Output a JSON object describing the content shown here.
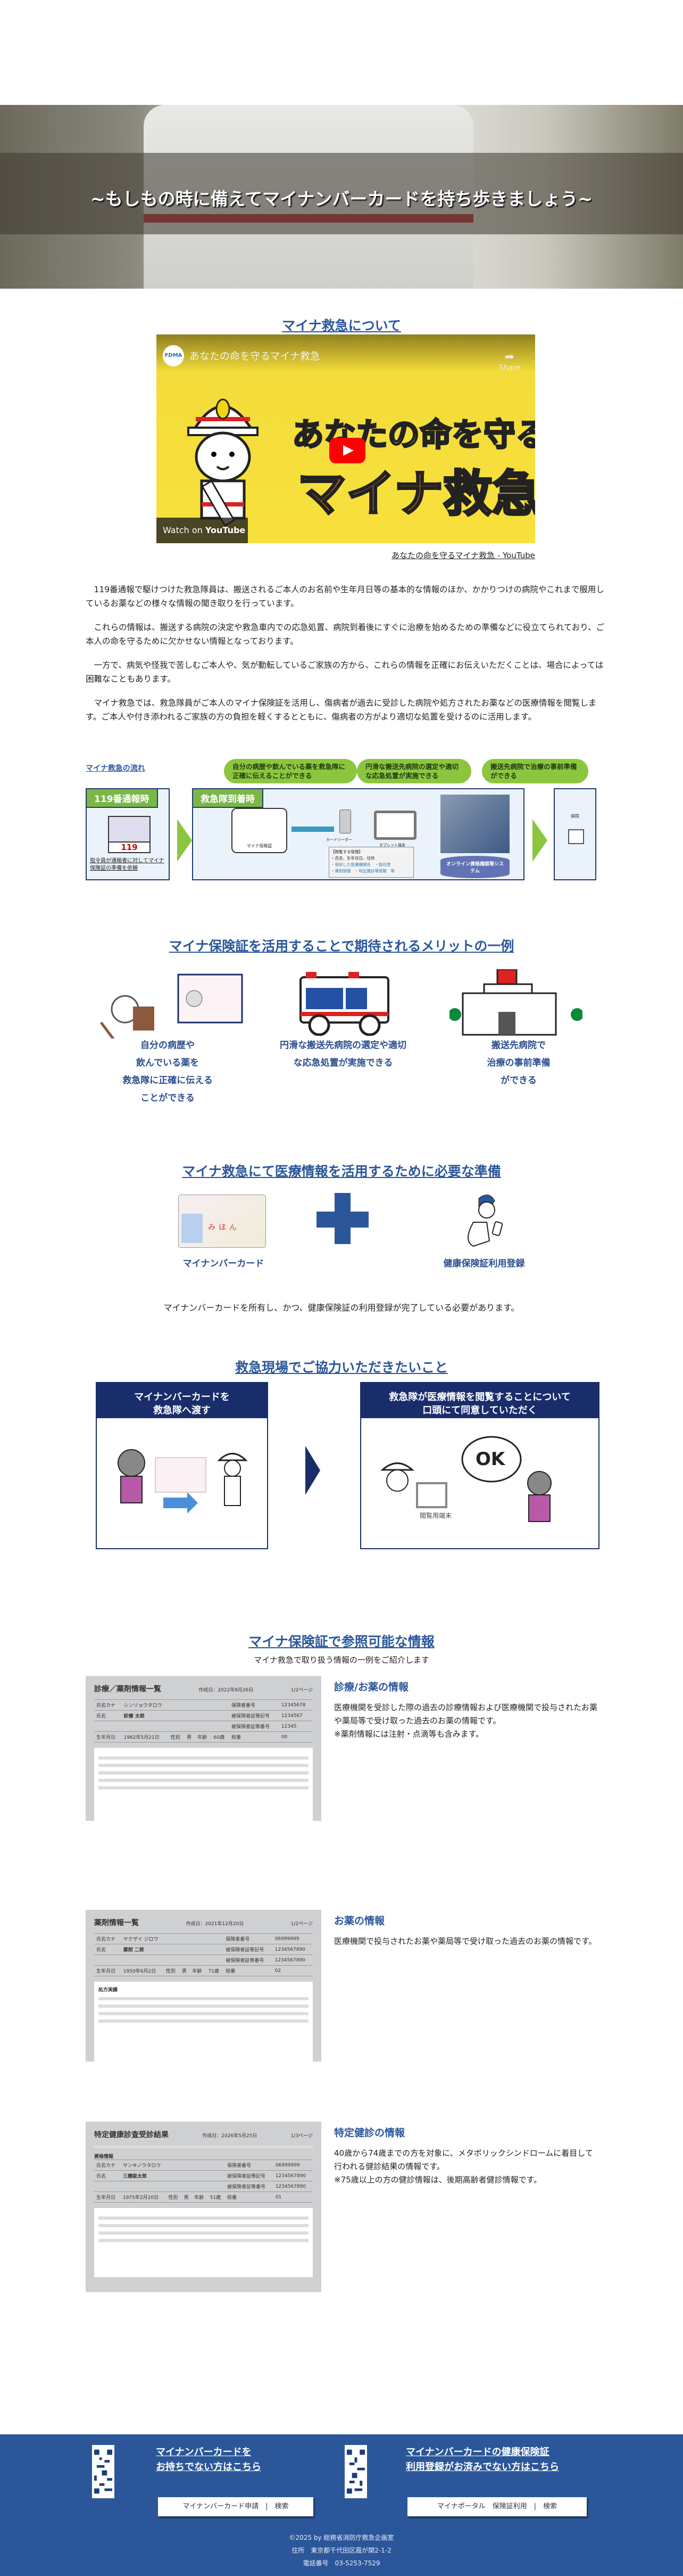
{
  "hero": {
    "title": "~もしもの時に備えてマイナンバーカードを持ち歩きましょう~"
  },
  "about": {
    "heading": "マイナ救急について",
    "video": {
      "title": "あなたの命を守るマイナ救急",
      "channel_logo": "FDMA",
      "share": "Share",
      "line1": "あなたの命を守る",
      "line2": "マイナ救急",
      "sash": "マイナ救急",
      "watch_on": "Watch on",
      "youtube": "YouTube"
    },
    "caption": "あなたの命を守るマイナ救急 - YouTube",
    "paragraphs": [
      "119番通報で駆けつけた救急隊員は、搬送されるご本人のお名前や生年月日等の基本的な情報のほか、かかりつけの病院やこれまで服用しているお薬などの様々な情報の聞き取りを行っています。",
      "これらの情報は、搬送する病院の決定や救急車内での応急処置、病院到着後にすぐに治療を始めるための準備などに役立てられており、ご本人の命を守るために欠かせない情報となっております。",
      "一方で、病気や怪我で苦しむご本人や、気が動転しているご家族の方から、これらの情報を正確にお伝えいただくことは、場合によっては困難なこともあります。",
      "マイナ救急では、救急隊員がご本人のマイナ保険証を活用し、傷病者が過去に受診した病院や処方されたお薬などの医療情報を閲覧します。ご本人や付き添われるご家族の方の負担を軽くするとともに、傷病者の方がより適切な処置を受けるのに活用します。"
    ]
  },
  "flow": {
    "title": "マイナ救急の流れ",
    "bubbles": [
      "自分の病歴や飲んでいる薬を救急隊に正確に伝えることができる",
      "円滑な搬送先病院の選定や適切な応急処置が実施できる",
      "搬送先病院で治療の事前準備ができる"
    ],
    "stage1": {
      "label": "119番通報時",
      "number": "119",
      "caption": "指令員が通報者に対してマイナ保険証の準備を依頼"
    },
    "stage2": {
      "label": "救急隊到着時",
      "card": "マイナ保険証",
      "reader": "カードリーダー",
      "tablet": "タブレット端末",
      "info_title": "【閲覧する情報】",
      "info_lines": [
        "・氏名、生年月日、住所",
        "・受診した医療機関名　・既往歴",
        "・薬剤情報　・特定健診等情報　等"
      ],
      "system": "オンライン資格確認等システム"
    },
    "hospital": "病院"
  },
  "merits": {
    "heading": "マイナ保険証を活用することで期待されるメリットの一例",
    "items": [
      {
        "lines": [
          "自分の病歴や",
          "飲んでいる薬を",
          "救急隊に正確に伝える",
          "ことができる"
        ]
      },
      {
        "lines": [
          "円滑な搬送先病院の選定や適切",
          "な応急処置が実施できる"
        ]
      },
      {
        "lines": [
          "搬送先病院で",
          "治療の事前準備",
          "ができる"
        ]
      }
    ]
  },
  "prep": {
    "heading": "マイナ救急にて医療情報を活用するために必要な準備",
    "item1": "マイナンバーカード",
    "item2": "健康保険証利用登録",
    "card_stamp": "みほん",
    "note": "マイナンバーカードを所有し、かつ、健康保険証の利用登録が完了している必要があります。"
  },
  "coop": {
    "heading": "救急現場でご協力いただきたいこと",
    "box1": [
      "マイナンバーカードを",
      "救急隊へ渡す"
    ],
    "box2": [
      "救急隊が医療情報を閲覧することについて",
      "口頭にて同意していただく"
    ],
    "ok": "OK",
    "terminal": "閲覧用端末"
  },
  "info": {
    "heading": "マイナ保険証で参照可能な情報",
    "subtitle": "マイナ救急で取り扱う情報の一例をご紹介します",
    "items": [
      {
        "title": "診療/お薬の情報",
        "body": "医療機関を受診した際の過去の診療情報および医療機関で投与されたお薬や薬局等で受け取った過去のお薬の情報です。",
        "note": "※薬剤情報には注射・点滴等も含みます。",
        "doc": {
          "title": "診療／薬剤情報一覧",
          "date": "作成日：2022年8月26日",
          "page": "1/2ページ",
          "kana_label": "氏名カナ",
          "kana": "シンリョウタロウ",
          "name_label": "氏名",
          "name": "診療 太郎",
          "dob_label": "生年月日",
          "dob": "1962年5月21日",
          "sex_label": "性別",
          "sex": "男",
          "age_label": "年齢",
          "age": "60歳",
          "ins_label": "保険者番号",
          "ins": "12345678",
          "sym_label": "被保険者証等記号",
          "sym": "1234567",
          "num_label": "被保険者証等番号",
          "num": "12345",
          "branch_label": "枝番",
          "branch": "00"
        }
      },
      {
        "title": "お薬の情報",
        "body": "医療機関で投与されたお薬や薬局等で受け取った過去のお薬の情報です。",
        "doc": {
          "title": "薬剤情報一覧",
          "date": "作成日：2021年12月20日",
          "page": "1/2ページ",
          "kana_label": "氏名カナ",
          "kana": "ヤクザイ ジロウ",
          "name_label": "氏名",
          "name": "薬剤 二郎",
          "dob_label": "生年月日",
          "dob": "1950年6月2日",
          "sex_label": "性別",
          "sex": "男",
          "age_label": "年齢",
          "age": "71歳",
          "ins_label": "保険者番号",
          "ins": "06999999",
          "sym_label": "被保険者証等記号",
          "sym": "1234567890",
          "num_label": "被保険者証等番号",
          "num": "1234567890",
          "branch_label": "枝番",
          "branch": "02",
          "section": "処方実績"
        }
      },
      {
        "title": "特定健診の情報",
        "body": "40歳から74歳までの方を対象に、メタボリックシンドロームに着目して行われる健診結果の情報です。",
        "note": "※75歳以上の方の健診情報は、後期高齢者健診情報です。",
        "doc": {
          "title": "特定健康診査受診結果",
          "date": "作成日：2026年5月25日",
          "page": "1/3ページ",
          "section": "資格情報",
          "kana_label": "氏名カナ",
          "kana": "サンキノウタロウ",
          "name_label": "氏名",
          "name": "三機能太郎",
          "dob_label": "生年月日",
          "dob": "1975年2月20日",
          "sex_label": "性別",
          "sex": "男",
          "age_label": "年齢",
          "age": "51歳",
          "ins_label": "保険者番号",
          "ins": "06999999",
          "sym_label": "被保険者証等記号",
          "sym": "1234567890",
          "num_label": "被保険者証等番号",
          "num": "1234567890",
          "branch_label": "枝番",
          "branch": "01"
        }
      }
    ]
  },
  "footer": {
    "link1": [
      "マイナンバーカードを",
      "お持ちでない方はこちら"
    ],
    "search1": {
      "query": "マイナンバーカード申請",
      "sep": "|",
      "label": "検索"
    },
    "link2": [
      "マイナンバーカードの健康保険証",
      "利用登録がお済みでない方はこちら"
    ],
    "search2": {
      "query": "マイナポータル　保険証利用",
      "sep": "|",
      "label": "検索"
    },
    "copyright": "©2025 by 総務省消防庁救急企画室",
    "address": "住所　東京都千代田区霞が関2-1-2",
    "phone": "電話番号　03-5253-7529"
  },
  "colors": {
    "brand_blue": "#2b579a",
    "navy": "#1a2d6b",
    "green": "#8cc63f"
  }
}
